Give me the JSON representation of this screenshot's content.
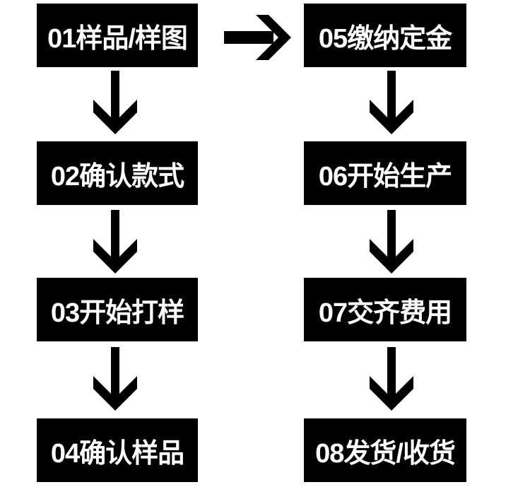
{
  "colors": {
    "background": "#ffffff",
    "box": "#000000",
    "box_text": "#ffffff",
    "arrow": "#000000"
  },
  "steps": [
    {
      "id": "01",
      "label": "01样品/样图"
    },
    {
      "id": "02",
      "label": "02确认款式"
    },
    {
      "id": "03",
      "label": "03开始打样"
    },
    {
      "id": "04",
      "label": "04确认样品"
    },
    {
      "id": "05",
      "label": "05缴纳定金"
    },
    {
      "id": "06",
      "label": "06开始生产"
    },
    {
      "id": "07",
      "label": "07交齐费用"
    },
    {
      "id": "08",
      "label": "08发货/收货"
    }
  ]
}
